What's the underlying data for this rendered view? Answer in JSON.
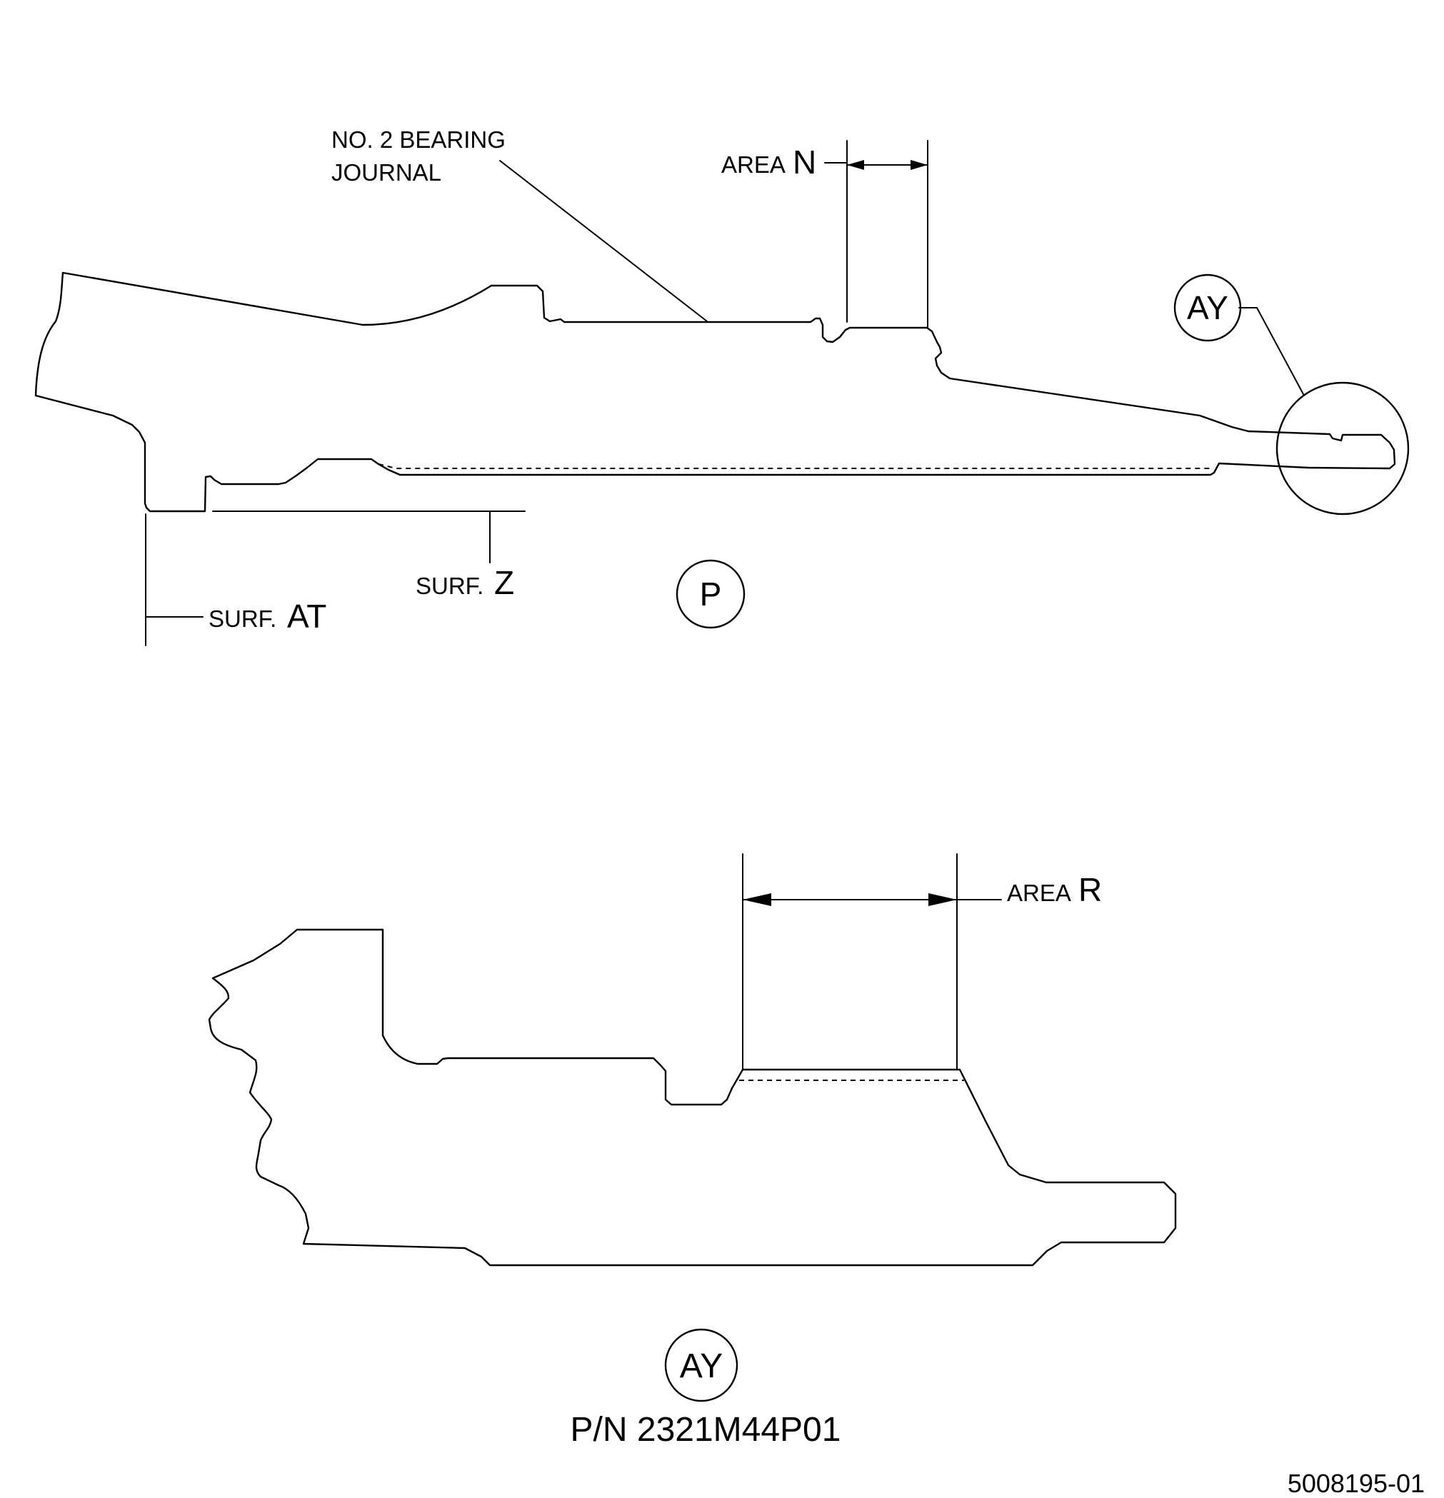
{
  "labels": {
    "bearing_line1": "NO. 2 BEARING",
    "bearing_line2": "JOURNAL",
    "area_n_prefix": "AREA",
    "area_n_letter": "N",
    "surf_z_prefix": "SURF.",
    "surf_z_letter": "Z",
    "surf_at_prefix": "SURF.",
    "surf_at_letter": "AT",
    "view_p": "P",
    "detail_ay_callout": "AY",
    "area_r_prefix": "AREA",
    "area_r_letter": "R",
    "detail_ay_title": "AY",
    "part_number": "P/N 2321M44P01",
    "figure_id": "5008195-01"
  }
}
